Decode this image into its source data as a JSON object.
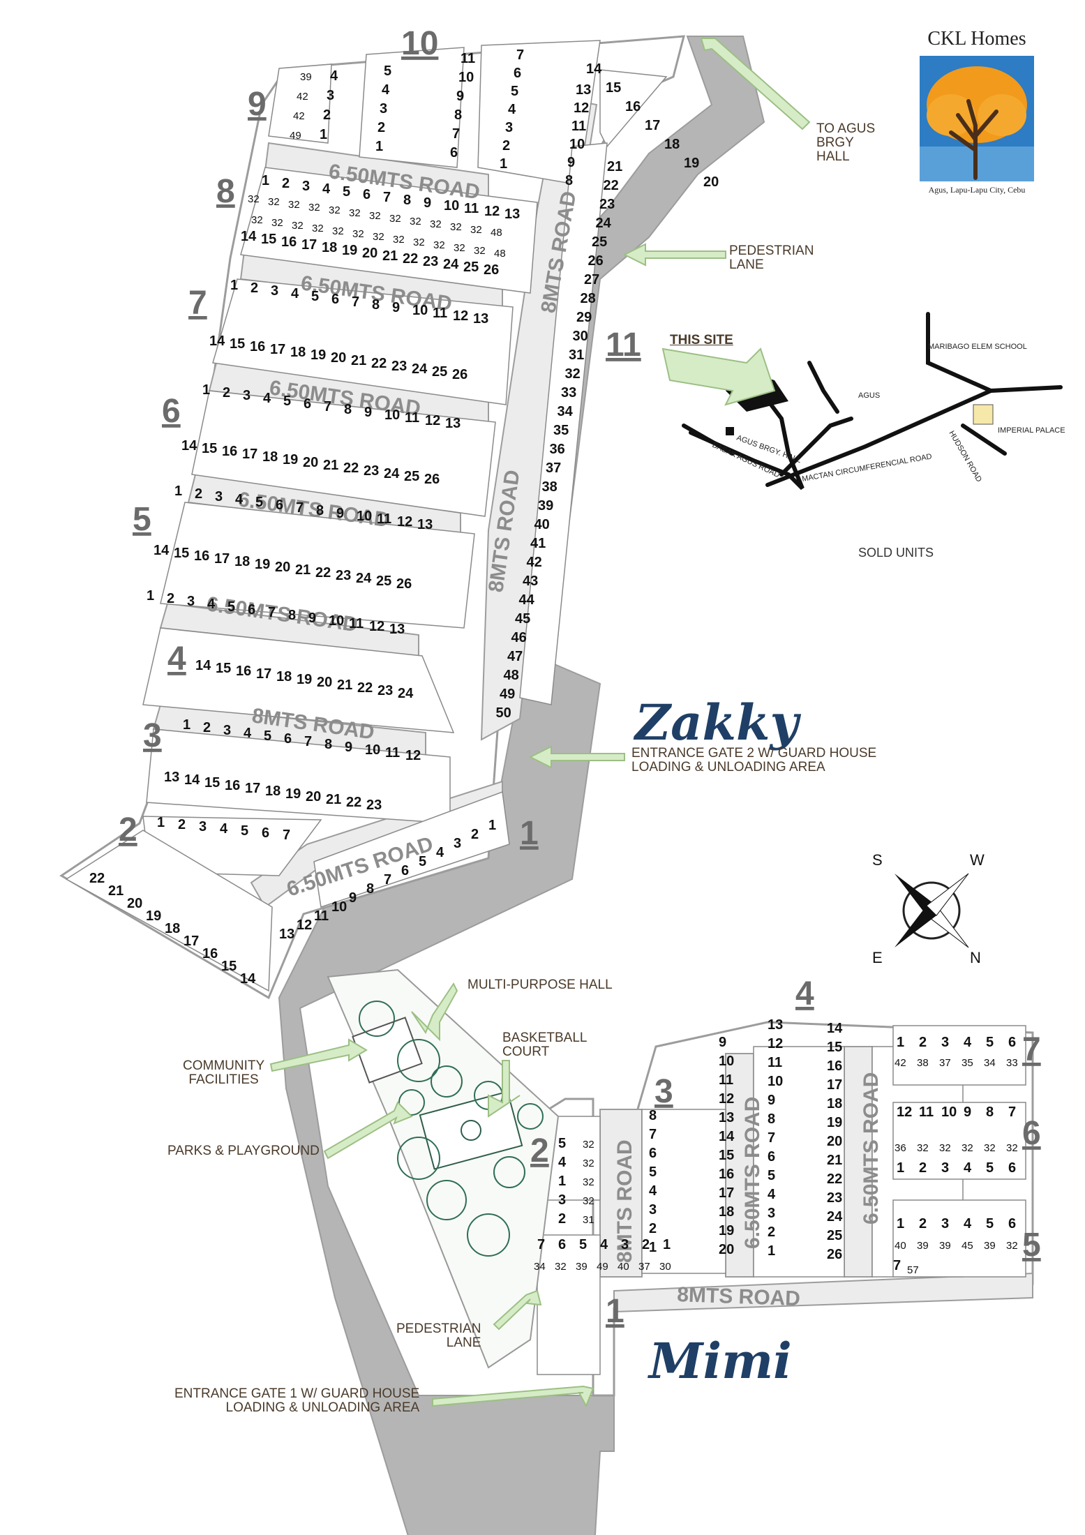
{
  "logo": {
    "title": "CKL Homes",
    "subtitle": "Agus, Lapu-Lapu City, Cebu"
  },
  "brands": {
    "zakky": "Zakky",
    "mimi": "Mimi"
  },
  "callouts": {
    "to_agus": "TO AGUS\nBRGY\nHALL",
    "pedestrian_top": "PEDESTRIAN\nLANE",
    "this_site": "THIS SITE",
    "entrance_gate_2": "ENTRANCE GATE 2 W/ GUARD HOUSE\nLOADING & UNLOADING AREA",
    "sold_units": "SOLD UNITS",
    "multi_purpose_hall": "MULTI-PURPOSE HALL",
    "basketball_court": "BASKETBALL\nCOURT",
    "community_facilities": "COMMUNITY\nFACILITIES",
    "parks_playground": "PARKS & PLAYGROUND",
    "pedestrian_bottom": "PEDESTRIAN\nLANE",
    "entrance_gate_1": "ENTRANCE GATE 1 W/ GUARD HOUSE\nLOADING & UNLOADING AREA"
  },
  "location_map": {
    "places": [
      "MARIBAGO ELEM SCHOOL",
      "AGUS",
      "IMPERIAL PALACE",
      "AGUS BRGY. HALL",
      "BASAK AGUS ROAD",
      "MACTAN CIRCUMFERENCIAL ROAD",
      "HUDSON ROAD"
    ]
  },
  "compass": {
    "labels": [
      "S",
      "W",
      "E",
      "N"
    ]
  },
  "roads": {
    "r650": "6.50MTS ROAD",
    "r8": "8MTS ROAD"
  },
  "zakky_blocks": {
    "b1": "1",
    "b2": "2",
    "b3": "3",
    "b4": "4",
    "b5": "5",
    "b6": "6",
    "b7": "7",
    "b8": "8",
    "b9": "9",
    "b10": "10",
    "b11": "11"
  },
  "mimi_blocks": {
    "b1": "1",
    "b2": "2",
    "b3": "3",
    "b4": "4",
    "b5": "5",
    "b6": "6",
    "b7": "7"
  },
  "lots": {
    "zakky": {
      "block8_top": [
        "1",
        "2",
        "3",
        "4",
        "5",
        "6",
        "7",
        "8",
        "9",
        "10",
        "11",
        "12",
        "13"
      ],
      "block8_top_area": [
        "32",
        "32",
        "32",
        "32",
        "32",
        "32",
        "32",
        "32",
        "32",
        "32",
        "32",
        "32",
        "48"
      ],
      "block8_bottom": [
        "14",
        "15",
        "16",
        "17",
        "18",
        "19",
        "20",
        "21",
        "22",
        "23",
        "24",
        "25",
        "26"
      ],
      "block8_bottom_area": [
        "32",
        "32",
        "32",
        "32",
        "32",
        "32",
        "32",
        "32",
        "32",
        "32",
        "32",
        "32",
        "48"
      ],
      "block7_top": [
        "1",
        "2",
        "3",
        "4",
        "5",
        "6",
        "7",
        "8",
        "9",
        "10",
        "11",
        "12",
        "13"
      ],
      "block7_bottom": [
        "14",
        "15",
        "16",
        "17",
        "18",
        "19",
        "20",
        "21",
        "22",
        "23",
        "24",
        "25",
        "26"
      ],
      "block6_top": [
        "1",
        "2",
        "3",
        "4",
        "5",
        "6",
        "7",
        "8",
        "9",
        "10",
        "11",
        "12",
        "13"
      ],
      "block6_bottom": [
        "14",
        "15",
        "16",
        "17",
        "18",
        "19",
        "20",
        "21",
        "22",
        "23",
        "24",
        "25",
        "26"
      ],
      "block5_top": [
        "1",
        "2",
        "3",
        "4",
        "5",
        "6",
        "7",
        "8",
        "9",
        "10",
        "11",
        "12",
        "13"
      ],
      "block5_bottom": [
        "14",
        "15",
        "16",
        "17",
        "18",
        "19",
        "20",
        "21",
        "22",
        "23",
        "24",
        "25",
        "26"
      ],
      "block4_top": [
        "1",
        "2",
        "3",
        "4",
        "5",
        "6",
        "7",
        "8",
        "9",
        "10",
        "11",
        "12",
        "13"
      ],
      "block4_bottom": [
        "14",
        "15",
        "16",
        "17",
        "18",
        "19",
        "20",
        "21",
        "22",
        "23",
        "24"
      ],
      "block3_top": [
        "1",
        "2",
        "3",
        "4",
        "5",
        "6",
        "7",
        "8",
        "9",
        "10",
        "11",
        "12"
      ],
      "block3_bottom": [
        "13",
        "14",
        "15",
        "16",
        "17",
        "18",
        "19",
        "20",
        "21",
        "22",
        "23"
      ],
      "block2_top": [
        "1",
        "2",
        "3",
        "4",
        "5",
        "6",
        "7"
      ],
      "block2_bottom": [
        "22",
        "21",
        "20",
        "19",
        "18",
        "17",
        "16",
        "15",
        "14"
      ],
      "block1": [
        "1",
        "2",
        "3",
        "4",
        "5",
        "6",
        "7",
        "8",
        "9",
        "10",
        "11",
        "12",
        "13"
      ],
      "block9": [
        "4",
        "3",
        "2",
        "1"
      ],
      "block9_area": [
        "39",
        "42",
        "42",
        "49"
      ],
      "block10_left": [
        "5",
        "4",
        "3",
        "2",
        "1"
      ],
      "block10_right": [
        "11",
        "10",
        "9",
        "8",
        "7",
        "6"
      ],
      "block11_top": [
        "7",
        "6",
        "5",
        "4",
        "3",
        "2",
        "1"
      ],
      "block11_mid": [
        "13",
        "12",
        "11",
        "10",
        "9",
        "8"
      ],
      "block11_right": [
        "14",
        "15",
        "16",
        "17",
        "18",
        "19",
        "20"
      ],
      "block11_col": [
        "21",
        "22",
        "23",
        "24",
        "25",
        "26",
        "27",
        "28",
        "29",
        "30",
        "31",
        "32",
        "33",
        "34",
        "35",
        "36",
        "37",
        "38",
        "39",
        "40",
        "41",
        "42",
        "43",
        "44",
        "45",
        "46",
        "47",
        "48",
        "49",
        "50"
      ]
    },
    "mimi": {
      "block1": [
        "7",
        "6",
        "5",
        "4",
        "3",
        "2",
        "1"
      ],
      "block1_area": [
        "34",
        "32",
        "39",
        "49",
        "40",
        "37",
        "30"
      ],
      "block2": [
        "5",
        "4",
        "1",
        "3",
        "2"
      ],
      "block2_area": [
        "32",
        "32",
        "32",
        "32",
        "31"
      ],
      "block3_left": [
        "9",
        "10",
        "11",
        "12",
        "13",
        "14",
        "15",
        "16",
        "17",
        "18",
        "19",
        "20"
      ],
      "block3_right": [
        "8",
        "7",
        "6",
        "5",
        "4",
        "3",
        "2",
        "1"
      ],
      "block4_left": [
        "13",
        "12",
        "11",
        "10",
        "9",
        "8",
        "7",
        "6",
        "5",
        "4",
        "3",
        "2",
        "1"
      ],
      "block4_right": [
        "14",
        "15",
        "16",
        "17",
        "18",
        "19",
        "20",
        "21",
        "22",
        "23",
        "24",
        "25",
        "26"
      ],
      "block5_top": [
        "1",
        "2",
        "3",
        "4",
        "5",
        "6"
      ],
      "block5_area": [
        "40",
        "39",
        "39",
        "45",
        "39",
        "32"
      ],
      "block5_extra": "7",
      "block5_extra_area": "57",
      "block6_top": [
        "12",
        "11",
        "10",
        "9",
        "8",
        "7"
      ],
      "block6_bottom": [
        "1",
        "2",
        "3",
        "4",
        "5",
        "6"
      ],
      "block6_area": [
        "36",
        "32",
        "32",
        "32",
        "32",
        "32"
      ],
      "block7": [
        "1",
        "2",
        "3",
        "4",
        "5",
        "6"
      ],
      "block7_area": [
        "42",
        "38",
        "37",
        "35",
        "34",
        "33"
      ]
    }
  }
}
